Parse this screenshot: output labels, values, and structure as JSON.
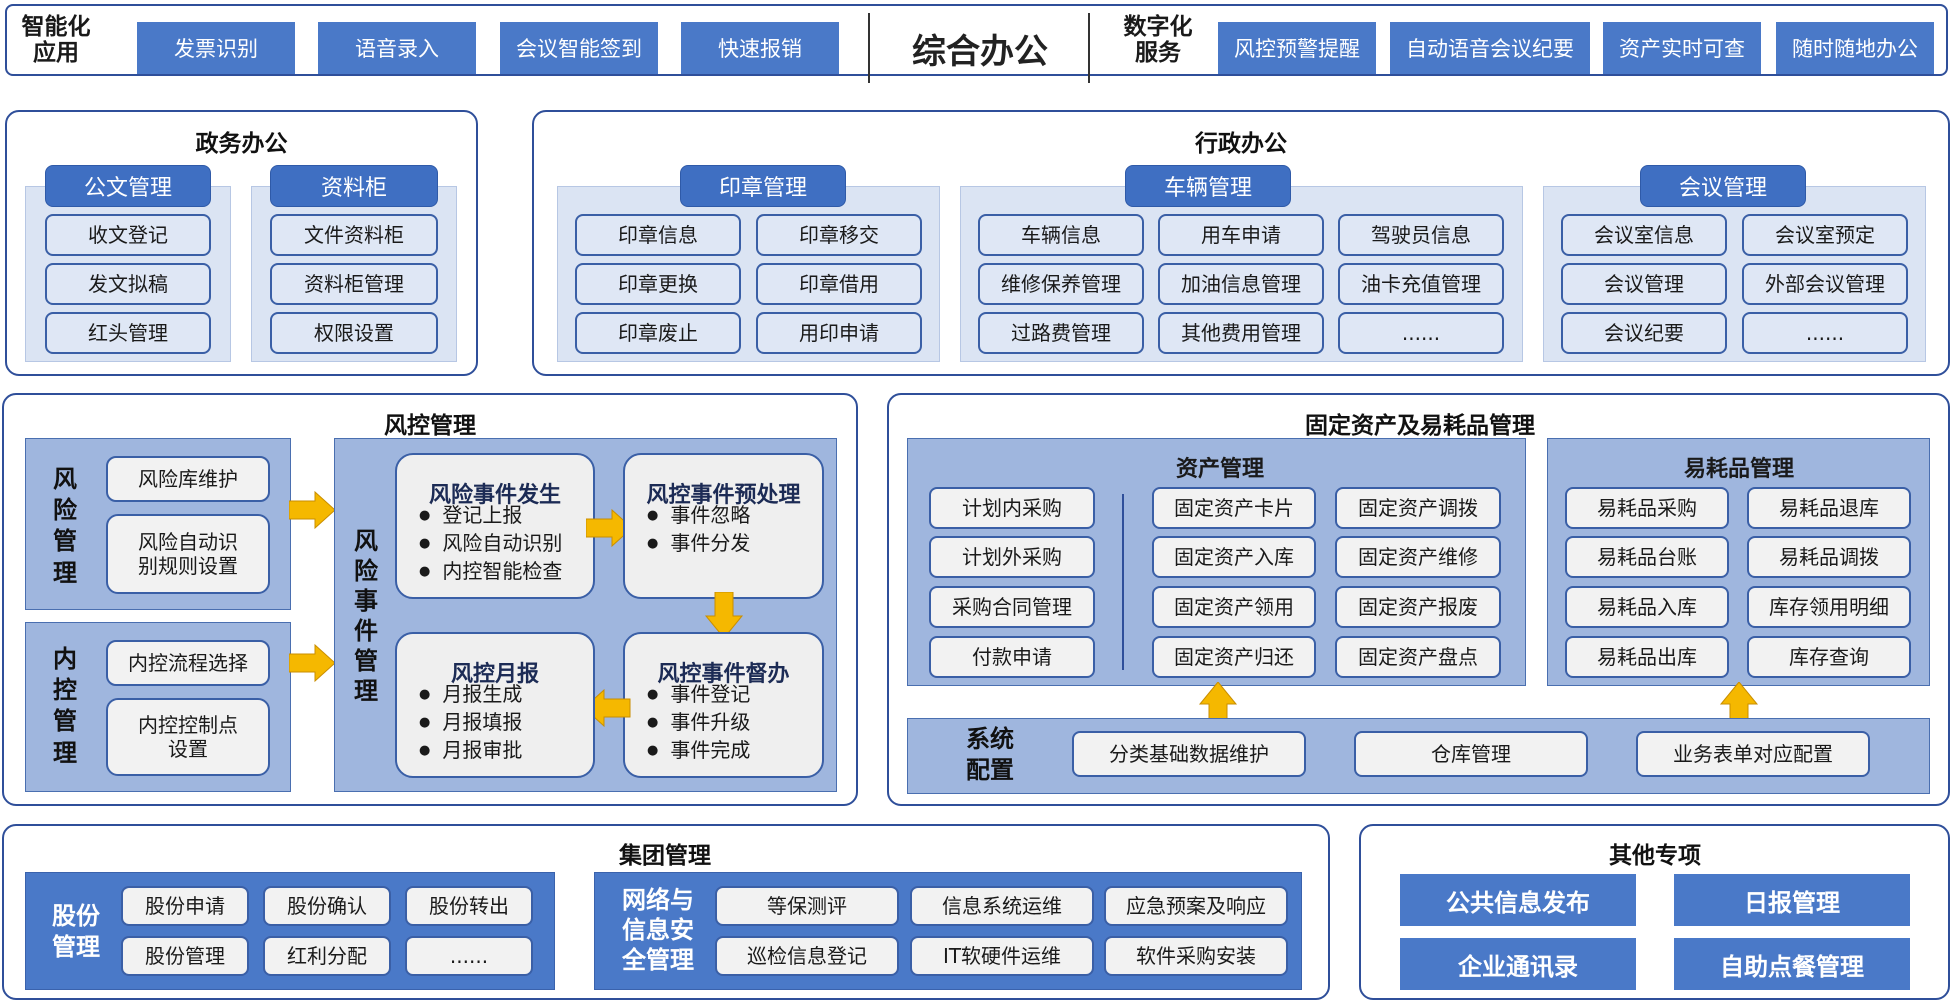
{
  "top": {
    "left_label": "智能化\n应用",
    "left_buttons": [
      "发票识别",
      "语音录入",
      "会议智能签到",
      "快速报销"
    ],
    "center_title": "综合办公",
    "right_label": "数字化\n服务",
    "right_buttons": [
      "风控预警提醒",
      "自动语音会议纪要",
      "资产实时可查",
      "随时随地办公"
    ]
  },
  "gov": {
    "title": "政务办公",
    "doc": {
      "header": "公文管理",
      "items": [
        "收文登记",
        "发文拟稿",
        "红头管理"
      ]
    },
    "cab": {
      "header": "资料柜",
      "items": [
        "文件资料柜",
        "资料柜管理",
        "权限设置"
      ]
    }
  },
  "admin": {
    "title": "行政办公",
    "seal": {
      "header": "印章管理",
      "items": [
        "印章信息",
        "印章移交",
        "印章更换",
        "印章借用",
        "印章废止",
        "用印申请"
      ]
    },
    "vehicle": {
      "header": "车辆管理",
      "items": [
        "车辆信息",
        "用车申请",
        "驾驶员信息",
        "维修保养管理",
        "加油信息管理",
        "油卡充值管理",
        "过路费管理",
        "其他费用管理",
        "......"
      ]
    },
    "meeting": {
      "header": "会议管理",
      "items": [
        "会议室信息",
        "会议室预定",
        "会议管理",
        "外部会议管理",
        "会议纪要",
        "......"
      ]
    }
  },
  "risk": {
    "title": "风控管理",
    "risk_mgmt": {
      "label": "风\n险\n管\n理",
      "items": [
        "风险库维护",
        "风险自动识\n别规则设置"
      ]
    },
    "inner_mgmt": {
      "label": "内\n控\n管\n理",
      "items": [
        "内控流程选择",
        "内控控制点\n设置"
      ]
    },
    "event_label": "风\n险\n事\n件\n管\n理",
    "occur": {
      "title": "风险事件发生",
      "items": [
        "登记上报",
        "风险自动识别",
        "内控智能检查"
      ]
    },
    "pre": {
      "title": "风控事件预处理",
      "items": [
        "事件忽略",
        "事件分发"
      ]
    },
    "supervise": {
      "title": "风控事件督办",
      "items": [
        "事件登记",
        "事件升级",
        "事件完成"
      ]
    },
    "monthly": {
      "title": "风控月报",
      "items": [
        "月报生成",
        "月报填报",
        "月报审批"
      ]
    }
  },
  "assets": {
    "title": "固定资产及易耗品管理",
    "asset": {
      "title": "资产管理",
      "left_items": [
        "计划内采购",
        "计划外采购",
        "采购合同管理",
        "付款申请"
      ],
      "grid_items": [
        "固定资产卡片",
        "固定资产调拨",
        "固定资产入库",
        "固定资产维修",
        "固定资产领用",
        "固定资产报废",
        "固定资产归还",
        "固定资产盘点"
      ]
    },
    "consumable": {
      "title": "易耗品管理",
      "items": [
        "易耗品采购",
        "易耗品退库",
        "易耗品台账",
        "易耗品调拨",
        "易耗品入库",
        "库存领用明细",
        "易耗品出库",
        "库存查询"
      ]
    },
    "config": {
      "label": "系统\n配置",
      "items": [
        "分类基础数据维护",
        "仓库管理",
        "业务表单对应配置"
      ]
    }
  },
  "group": {
    "title": "集团管理",
    "share": {
      "label": "股份\n管理",
      "items": [
        "股份申请",
        "股份确认",
        "股份转出",
        "股份管理",
        "红利分配",
        "......"
      ]
    },
    "net": {
      "label": "网络与\n信息安\n全管理",
      "items": [
        "等保测评",
        "信息系统运维",
        "应急预案及响应",
        "巡检信息登记",
        "IT软硬件运维",
        "软件采购安装"
      ]
    }
  },
  "other": {
    "title": "其他专项",
    "items": [
      "公共信息发布",
      "日报管理",
      "企业通讯录",
      "自助点餐管理"
    ]
  },
  "colors": {
    "primary": "#4a79c8",
    "border": "#2f4f9a",
    "light": "#dbe4f3",
    "mid": "#9fb6de",
    "arrow": "#f5b800"
  }
}
